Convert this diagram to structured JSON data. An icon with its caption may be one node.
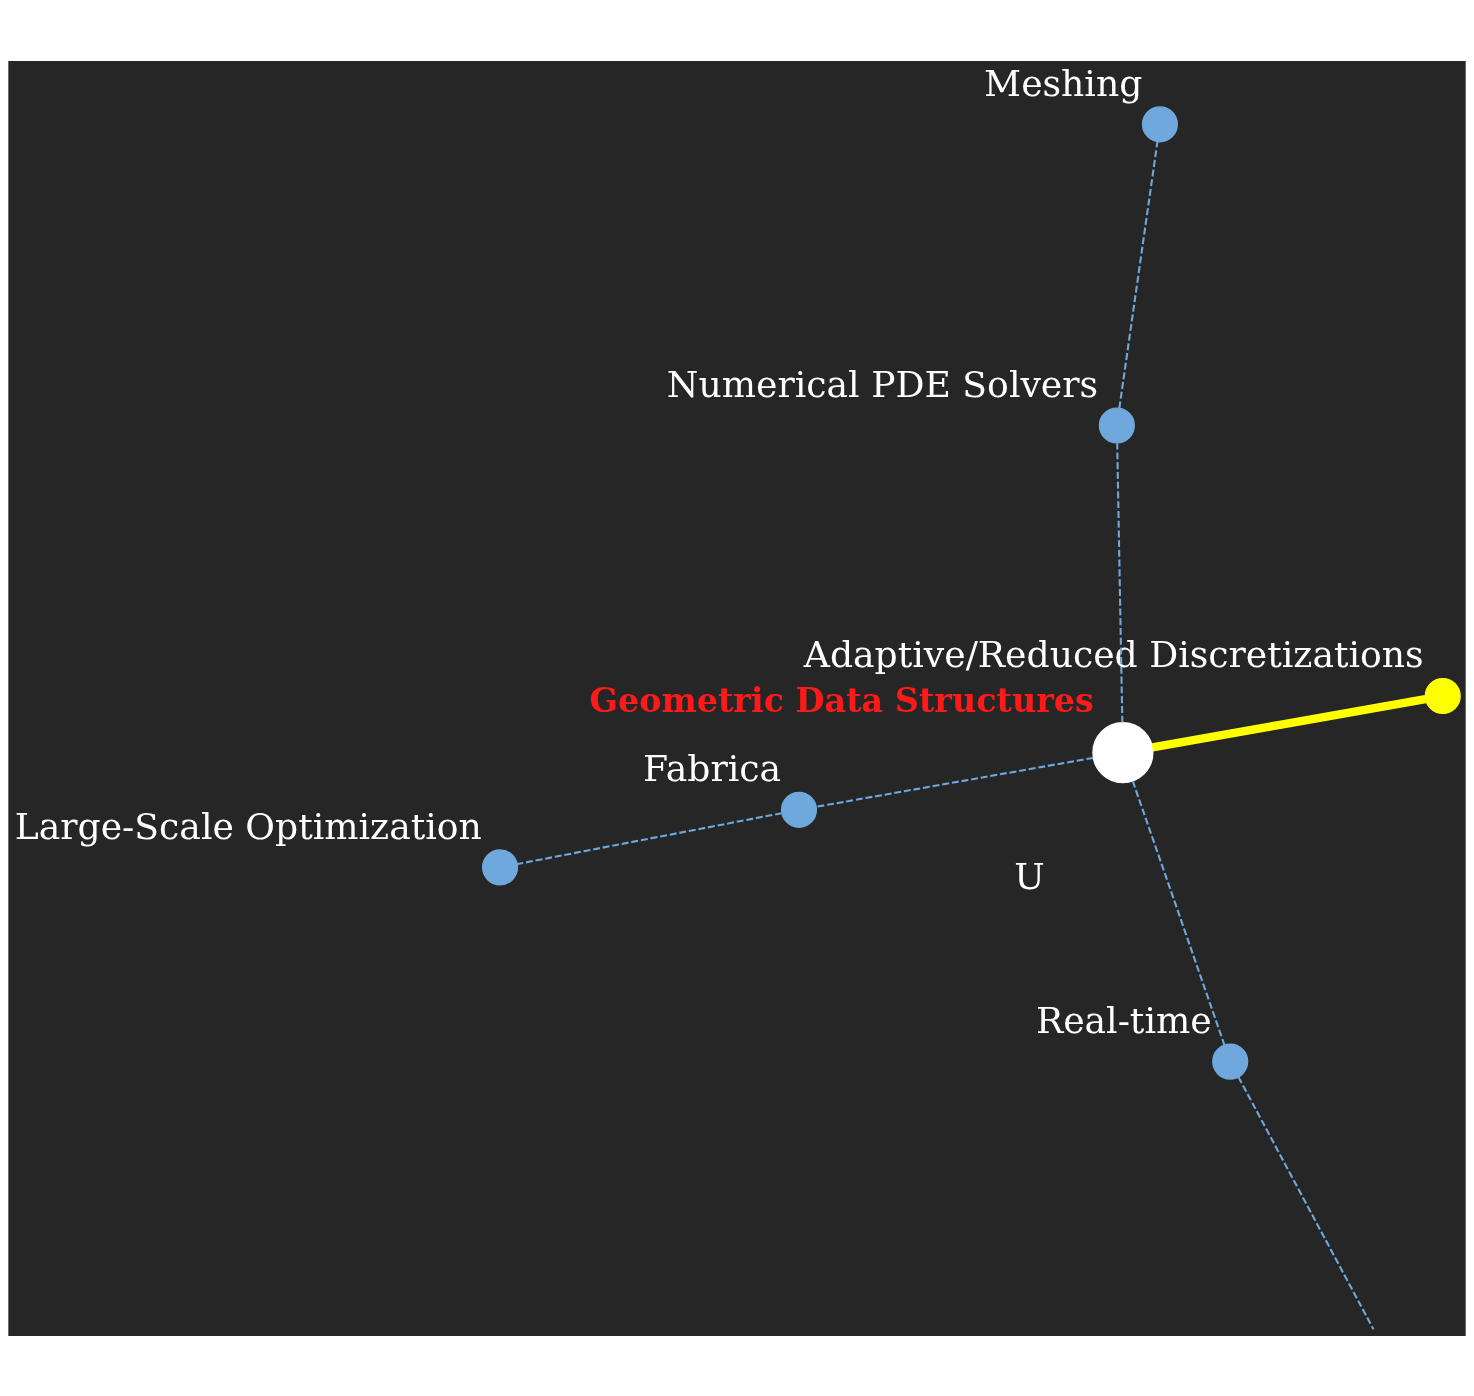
{
  "diagram": {
    "nodes": [
      {
        "text": [],
        "shape": "circle",
        "beside": [
          "Geometric Data Structures"
        ]
      },
      {
        "text": [],
        "shape": "circle",
        "beside": [
          "Adaptive/Reduced Discretizations"
        ]
      },
      {
        "text": [],
        "shape": "circle",
        "beside": [
          "Real-time"
        ]
      },
      {
        "text": [],
        "shape": "circle",
        "beside": [
          "Numerical PDE Solvers"
        ]
      },
      {
        "text": [],
        "shape": "circle",
        "beside": [
          "Meshing"
        ]
      },
      {
        "text": [],
        "shape": "circle",
        "beside": [
          "Fabrica"
        ]
      },
      {
        "text": [],
        "shape": "circle",
        "beside": [
          "Large-Scale Optimization"
        ]
      }
    ],
    "edges": [
      {
        "from": 0,
        "to": 1,
        "arrow": "none",
        "style": "thick",
        "color": "#ffff00"
      },
      {
        "from": 0,
        "to": 2,
        "arrow": "none",
        "style": "dashed"
      },
      {
        "from": 2,
        "to": null,
        "arrow": "none",
        "style": "dashed"
      },
      {
        "from": 0,
        "to": 3,
        "arrow": "none",
        "style": "dashed"
      },
      {
        "from": 3,
        "to": 4,
        "arrow": "none",
        "style": "dashed"
      },
      {
        "from": 0,
        "to": 5,
        "arrow": "none",
        "style": "dashed"
      },
      {
        "from": 5,
        "to": 6,
        "arrow": "none",
        "style": "dashed"
      }
    ],
    "labels": [
      "U"
    ]
  }
}
